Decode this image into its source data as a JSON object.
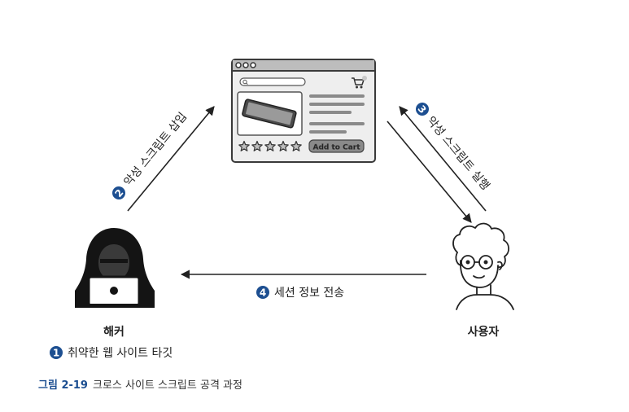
{
  "browser": {
    "cart_button_label": "Add to Cart",
    "rating_stars": 5
  },
  "steps": {
    "step1": {
      "number": "1",
      "label": "취약한 웹 사이트 타깃"
    },
    "step2": {
      "number": "2",
      "label": "악성 스크립트 삽입"
    },
    "step3": {
      "number": "3",
      "label": "악성 스크립트 실행"
    },
    "step4": {
      "number": "4",
      "label": "세션 정보 전송"
    }
  },
  "actors": {
    "hacker": {
      "label": "해커"
    },
    "user": {
      "label": "사용자"
    }
  },
  "caption": {
    "figure": "그림 2-19",
    "text": "크로스 사이트 스크립트 공격 과정"
  },
  "colors": {
    "accent": "#1d4f91",
    "line": "#222222",
    "browser_fill": "#eeeeee"
  }
}
